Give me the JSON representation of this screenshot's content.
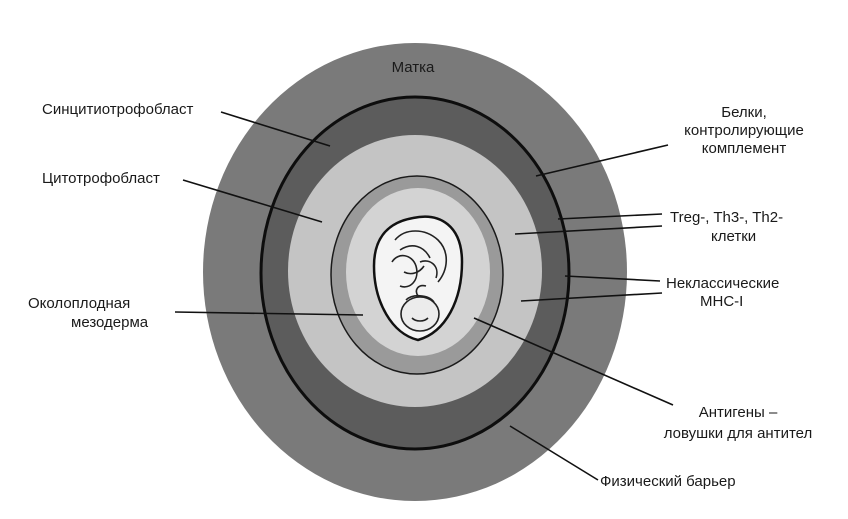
{
  "labels": {
    "uterus": "Матка",
    "syncytiotrophoblast": "Синцитиотрофобласт",
    "cytotrophoblast": "Цитотрофобласт",
    "amniotic_mesoderm_l1": "Околоплодная",
    "amniotic_mesoderm_l2": "мезодерма",
    "complement_l1": "Белки,",
    "complement_l2": "контролирующие",
    "complement_l3": "комплемент",
    "treg_l1": "Treg-, Th3-, Th2-",
    "treg_l2": "клетки",
    "mhc_l1": "Неклассические",
    "mhc_l2": "MHC-I",
    "antigens_l1": "Антигены –",
    "antigens_l2": "ловушки для антител",
    "barrier": "Физический барьер"
  },
  "colors": {
    "uterus_ring": "#7a7a7a",
    "syncytio_ring": "#5c5c5c",
    "cyto_ring": "#c4c4c4",
    "mesoderm_ring": "#9a9a9a",
    "inner_core": "#d8d8d8",
    "fetus_sac": "#f4f4f4",
    "boundary_line": "#0d0d0d"
  }
}
